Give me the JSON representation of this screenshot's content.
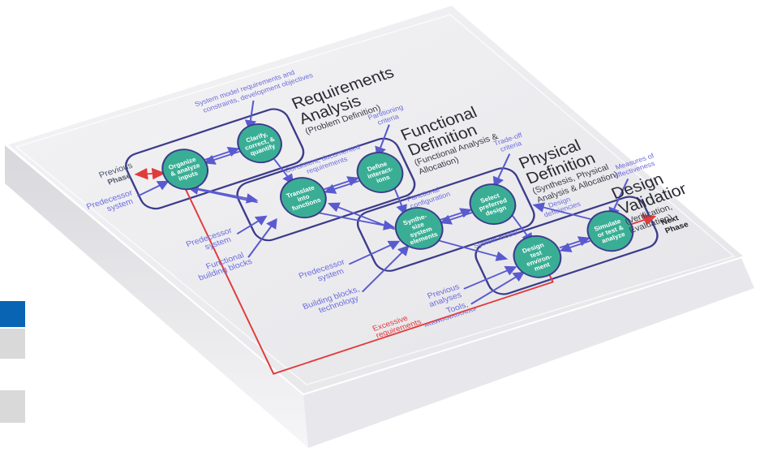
{
  "colors": {
    "node_fill": "#3aae95",
    "box_stroke": "#3c3c8c",
    "arrow": "#5a5ad0",
    "excessive": "#e03c3c",
    "accent_block": "#0a64b4",
    "grey_block": "#d9d9d9"
  },
  "phases": {
    "previous_line1": "Previous",
    "previous_line2": "Phase",
    "next_line1": "Next",
    "next_line2": "Phase"
  },
  "stages": [
    {
      "title_line1": "Requirements",
      "title_line2": "Analysis",
      "subtitle_line1": "(Problem Definition)",
      "subtitle_line2": ""
    },
    {
      "title_line1": "Functional",
      "title_line2": "Definition",
      "subtitle_line1": "(Functional Analysis &",
      "subtitle_line2": "Allocation)"
    },
    {
      "title_line1": "Physical",
      "title_line2": "Definition",
      "subtitle_line1": "(Synthesis, Physical",
      "subtitle_line2": "Analysis & Allocation)"
    },
    {
      "title_line1": "Design",
      "title_line2": "Validation",
      "subtitle_line1": "(Verification,",
      "subtitle_line2": "Evaluation)"
    }
  ],
  "nodes": [
    {
      "l1": "Organize",
      "l2": "& analyze",
      "l3": "inputs",
      "l4": ""
    },
    {
      "l1": "Clarify,",
      "l2": "correct, &",
      "l3": "quantify",
      "l4": ""
    },
    {
      "l1": "Translate",
      "l2": "into",
      "l3": "functions",
      "l4": ""
    },
    {
      "l1": "Define",
      "l2": "interact-",
      "l3": "ions",
      "l4": ""
    },
    {
      "l1": "Synthe-",
      "l2": "size",
      "l3": "system",
      "l4": "elements"
    },
    {
      "l1": "Select",
      "l2": "preferred",
      "l3": "design",
      "l4": ""
    },
    {
      "l1": "Design",
      "l2": "test",
      "l3": "environ-",
      "l4": "ment"
    },
    {
      "l1": "Simulate",
      "l2": "or test &",
      "l3": "analyze",
      "l4": ""
    }
  ],
  "inputs": [
    {
      "l1": "Predecessor",
      "l2": "system"
    },
    {
      "l1": "Predecessor",
      "l2": "system"
    },
    {
      "l1": "Functional",
      "l2": "building blocks"
    },
    {
      "l1": "Predecessor",
      "l2": "system"
    },
    {
      "l1": "Building blocks,",
      "l2": "technology"
    },
    {
      "l1": "Previous",
      "l2": "analyses"
    },
    {
      "l1": "Tools,",
      "l2": "methodologies"
    }
  ],
  "edge_labels": {
    "sys_model_l1": "System model requirements and",
    "sys_model_l2": "constraints, development objectives",
    "partitioning_l1": "Partitioning",
    "partitioning_l2": "criteria",
    "consistent_l1": "Consistent, documented",
    "consistent_l2": "requirements",
    "tradeoff_l1": "Trade-off",
    "tradeoff_l2": "criteria",
    "functional_config_l1": "Functional",
    "functional_config_l2": "configuration",
    "measures_l1": "Measures of",
    "measures_l2": "effectiveness",
    "design_def_l1": "Design",
    "design_def_l2": "deficiencies",
    "system_model": "System model",
    "excessive_l1": "Excessive",
    "excessive_l2": "requirements"
  }
}
